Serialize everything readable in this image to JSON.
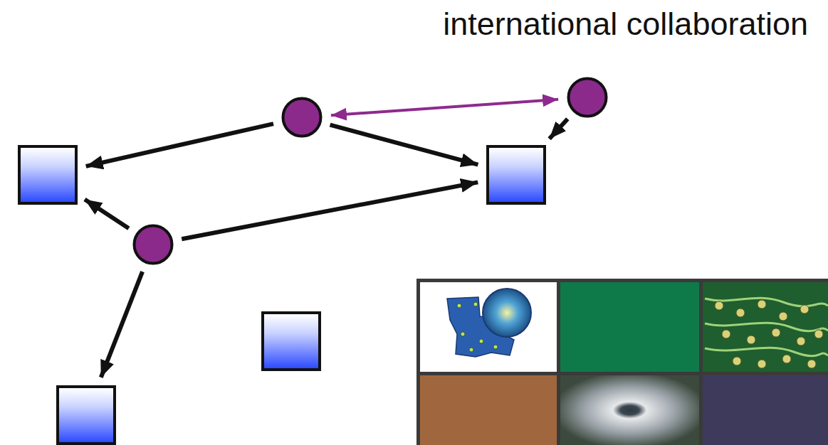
{
  "diagram": {
    "title": "international collaboration",
    "nodes": [
      {
        "text": []
      },
      {
        "text": []
      },
      {
        "text": []
      },
      {
        "text": []
      },
      {
        "text": []
      },
      {
        "text": []
      },
      {
        "text": []
      }
    ],
    "edges": [
      {
        "from": 1,
        "to": 0,
        "arrow": "both"
      },
      {
        "from": 1,
        "to": 2,
        "arrow": "to"
      },
      {
        "from": 1,
        "to": 3,
        "arrow": "to"
      },
      {
        "from": 0,
        "to": 3,
        "arrow": "to"
      },
      {
        "from": 4,
        "to": 2,
        "arrow": "to"
      },
      {
        "from": 4,
        "to": 3,
        "arrow": "to"
      },
      {
        "from": 4,
        "to": 6,
        "arrow": "to"
      }
    ]
  }
}
